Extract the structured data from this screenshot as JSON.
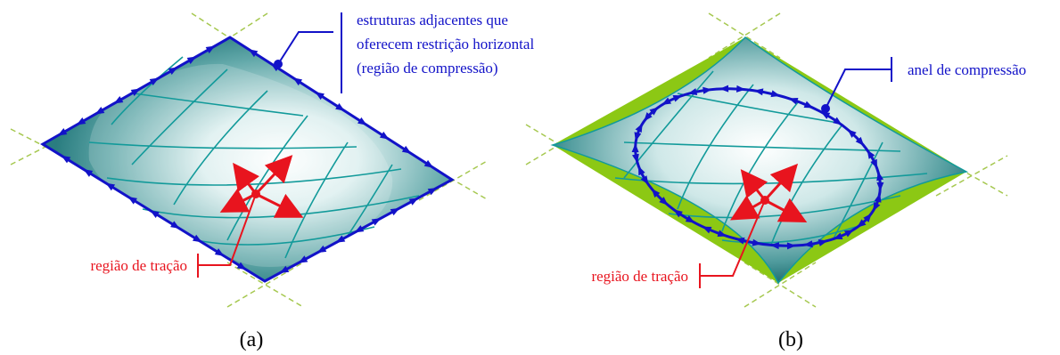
{
  "panel_a": {
    "caption": "(a)",
    "annotation_blue": [
      "estruturas adjacentes que",
      "oferecem restrição horizontal",
      "(região de compressão)"
    ],
    "annotation_red": "região de tração"
  },
  "panel_b": {
    "caption": "(b)",
    "annotation_blue": "anel de compressão",
    "annotation_red": "região de tração"
  },
  "colors": {
    "blue": "#1212c8",
    "red": "#e8141e",
    "teal_dark": "#1e7376",
    "teal_line": "#129a9a",
    "green": "#8cc814",
    "dash": "#a6c850"
  }
}
